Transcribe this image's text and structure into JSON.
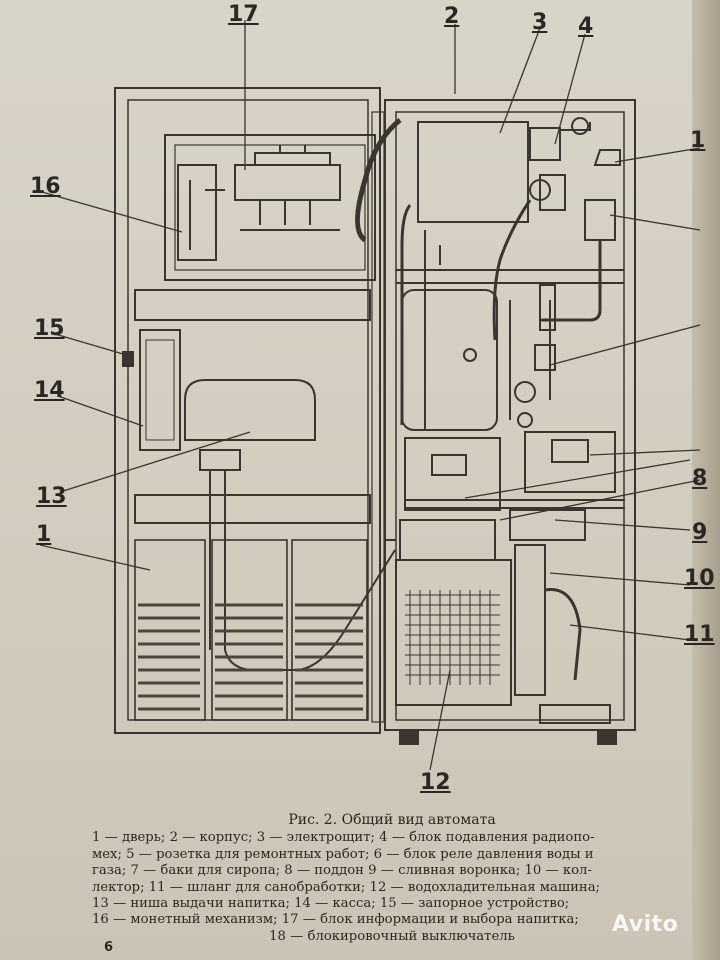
{
  "figure": {
    "callouts": [
      "17",
      "2",
      "3",
      "4",
      "1",
      "16",
      "15",
      "14",
      "13",
      "1",
      "8",
      "9",
      "10",
      "11",
      "12"
    ]
  },
  "caption": {
    "title": "Рис. 2. Общий вид автомата",
    "lines": [
      "1 — дверь; 2 — корпус; 3 — электрощит; 4 — блок подавления радиопо-",
      "мех; 5 — розетка для ремонтных работ; 6 — блок реле давления воды и",
      "газа; 7 — баки для сиропа; 8 — поддон 9 — сливная воронка; 10 — кол-",
      "лектор; 11 — шланг для санобработки; 12 — водохладительная машина;",
      "13 — ниша выдачи напитка; 14 — касса; 15 — запорное устройство;",
      "16 — монетный механизм; 17 — блок информации и выбора напитка;",
      "18 — блокировочный выключатель"
    ]
  },
  "page_number": "6",
  "watermark": "Avito"
}
